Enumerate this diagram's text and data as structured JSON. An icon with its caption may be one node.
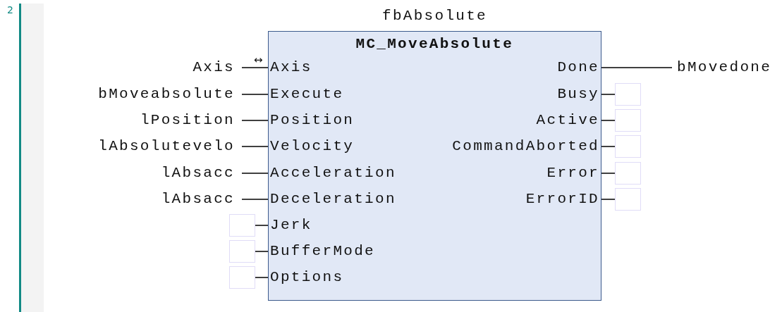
{
  "diagram": {
    "nodes": [
      {
        "text": [
          "fbAbsolute",
          "MC_MoveAbsolute"
        ]
      },
      {
        "text": [
          "Axis"
        ],
        "in": 0,
        "beside": [
          "↔"
        ]
      },
      {
        "text": [
          "Execute"
        ],
        "in": 0
      },
      {
        "text": [
          "Position"
        ],
        "in": 0
      },
      {
        "text": [
          "Velocity"
        ],
        "in": 0
      },
      {
        "text": [
          "Acceleration"
        ],
        "in": 0
      },
      {
        "text": [
          "Deceleration"
        ],
        "in": 0
      },
      {
        "text": [
          "Jerk"
        ],
        "in": 0
      },
      {
        "text": [
          "BufferMode"
        ],
        "in": 0
      },
      {
        "text": [
          "Options"
        ],
        "in": 0
      },
      {
        "text": [
          "Done"
        ],
        "in": 0
      },
      {
        "text": [
          "Busy"
        ],
        "in": 0
      },
      {
        "text": [
          "Active"
        ],
        "in": 0
      },
      {
        "text": [
          "CommandAborted"
        ],
        "in": 0
      },
      {
        "text": [
          "Error"
        ],
        "in": 0
      },
      {
        "text": [
          "ErrorID"
        ],
        "in": 0
      },
      {
        "text": [
          "Axis"
        ]
      },
      {
        "text": [
          "bMoveabsolute"
        ]
      },
      {
        "text": [
          "lPosition"
        ]
      },
      {
        "text": [
          "lAbsolutevelo"
        ]
      },
      {
        "text": [
          "lAbsacc"
        ]
      },
      {
        "text": [
          "lAbsacc"
        ]
      },
      {
        "text": [],
        "shape": "box"
      },
      {
        "text": [],
        "shape": "box"
      },
      {
        "text": [],
        "shape": "box"
      },
      {
        "text": [
          "bMovedone"
        ]
      },
      {
        "text": [],
        "shape": "box"
      },
      {
        "text": [],
        "shape": "box"
      },
      {
        "text": [],
        "shape": "box"
      },
      {
        "text": [],
        "shape": "box"
      },
      {
        "text": [],
        "shape": "box"
      }
    ],
    "edges": [
      {
        "from": 16,
        "to": 1,
        "arrow": "none"
      },
      {
        "from": 17,
        "to": 2,
        "arrow": "none"
      },
      {
        "from": 18,
        "to": 3,
        "arrow": "none"
      },
      {
        "from": 19,
        "to": 4,
        "arrow": "none"
      },
      {
        "from": 20,
        "to": 5,
        "arrow": "none"
      },
      {
        "from": 21,
        "to": 6,
        "arrow": "none"
      },
      {
        "from": 22,
        "to": 7,
        "arrow": "none"
      },
      {
        "from": 23,
        "to": 8,
        "arrow": "none"
      },
      {
        "from": 24,
        "to": 9,
        "arrow": "none"
      },
      {
        "from": 10,
        "to": 25,
        "arrow": "none"
      },
      {
        "from": 11,
        "to": 26,
        "arrow": "none"
      },
      {
        "from": 12,
        "to": 27,
        "arrow": "none"
      },
      {
        "from": 13,
        "to": 28,
        "arrow": "none"
      },
      {
        "from": 14,
        "to": 29,
        "arrow": "none"
      },
      {
        "from": 15,
        "to": 30,
        "arrow": "none"
      }
    ],
    "labels": [
      "2"
    ]
  }
}
